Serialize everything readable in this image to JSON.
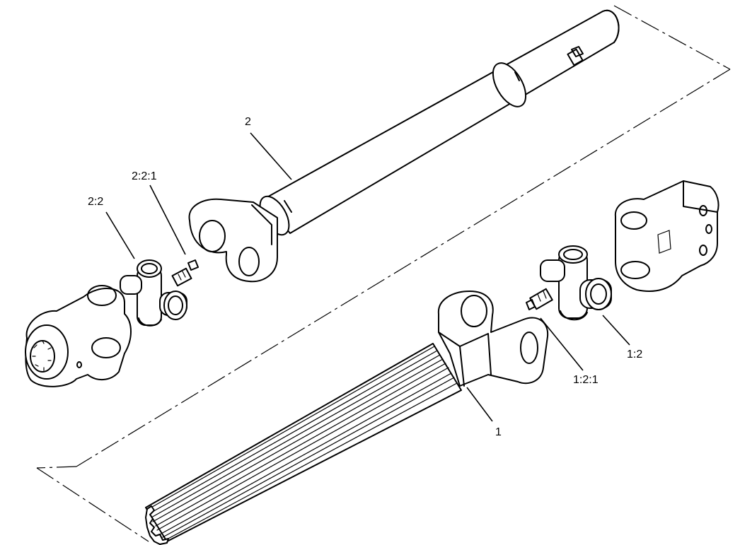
{
  "callouts": {
    "part_1": "1",
    "part_1_2": "1:2",
    "part_1_2_1": "1:2:1",
    "part_2": "2",
    "part_2_2": "2:2",
    "part_2_2_1": "2:2:1"
  },
  "icons": {
    "outer_tube": "tube-shaft-icon",
    "inner_shaft": "splined-shaft-icon",
    "cross_bearing": "universal-joint-cross-icon",
    "grease_fitting": "grease-fitting-icon",
    "yoke": "yoke-icon"
  }
}
